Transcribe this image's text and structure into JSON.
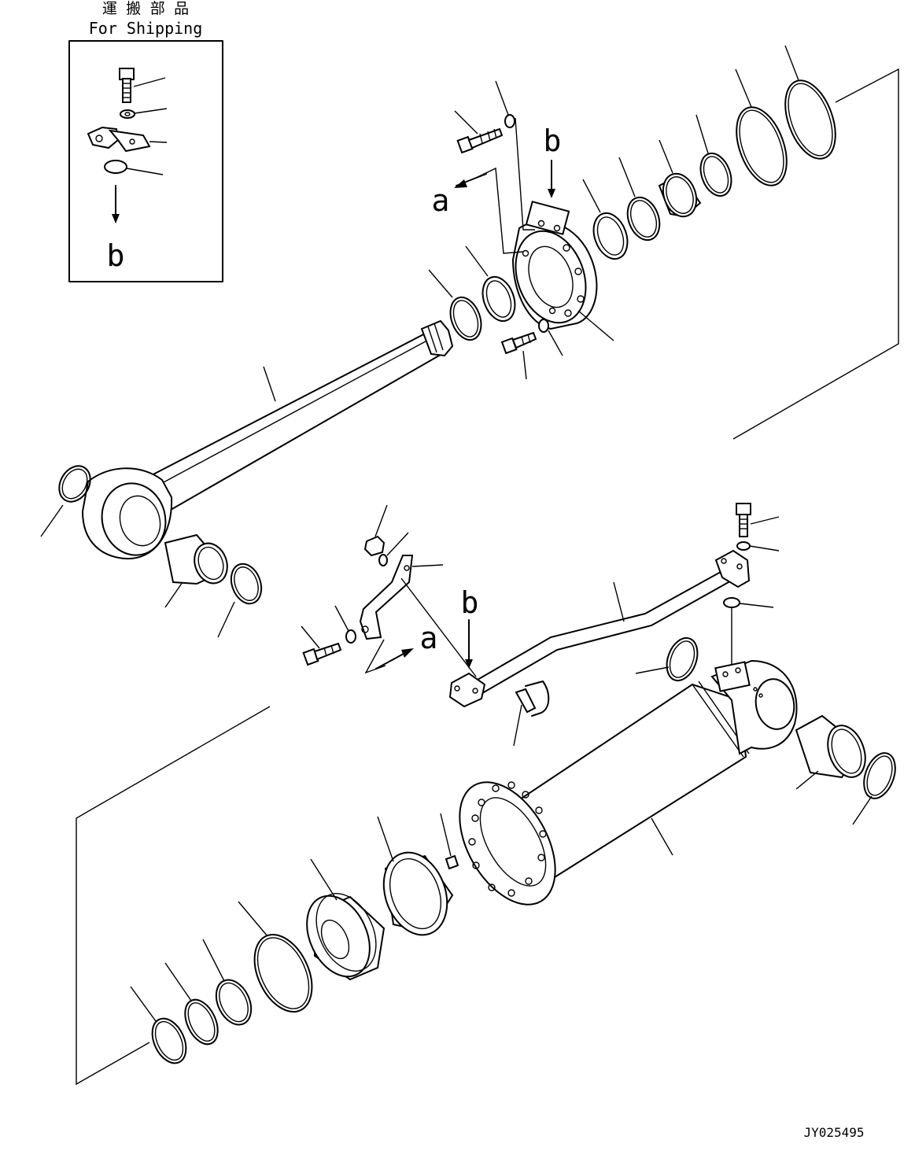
{
  "shipping_box": {
    "title_jp": "運 搬 部 品",
    "title_en": "For Shipping",
    "arrow_label": "b"
  },
  "labels": {
    "a": "a",
    "b": "b"
  },
  "drawing_id": "JY025495"
}
